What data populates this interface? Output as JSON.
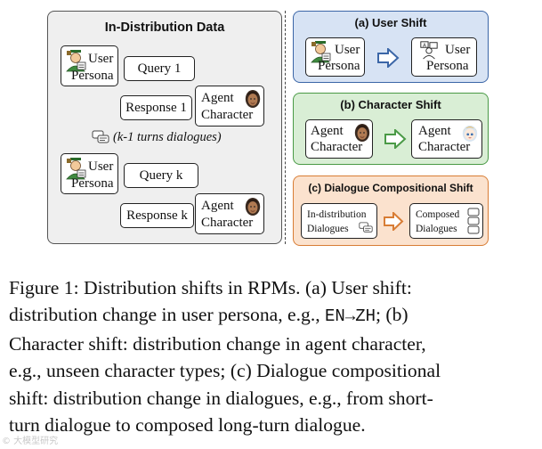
{
  "left_panel": {
    "title": "In-Distribution Data",
    "user_label": [
      "User",
      "Persona"
    ],
    "query1": "Query 1",
    "response1": "Response 1",
    "agent_label": [
      "Agent",
      "Character"
    ],
    "turns_note": "(k-1 turns dialogues)",
    "queryk": "Query k",
    "responsek": "Response k"
  },
  "panel_a": {
    "title": "(a) User Shift",
    "from": [
      "User",
      "Persona"
    ],
    "to": [
      "User",
      "Persona"
    ]
  },
  "panel_b": {
    "title": "(b) Character Shift",
    "from": [
      "Agent",
      "Character"
    ],
    "to": [
      "Agent",
      "Character"
    ]
  },
  "panel_c": {
    "title": "(c) Dialogue Compositional Shift",
    "from": [
      "In-distribution",
      "Dialogues"
    ],
    "to": [
      "Composed",
      "Dialogues"
    ]
  },
  "colors": {
    "user_shift": "#3b66a7",
    "character_shift": "#4a9a46",
    "dialogue_shift": "#d87d35"
  },
  "caption": {
    "line1": "Figure 1: Distribution shifts in RPMs. (a) User shift:",
    "line2a": "distribution change in user persona, e.g., ",
    "line2code": "EN→ZH",
    "line2b": "; (b)",
    "line3": "Character shift: distribution change in agent character,",
    "line4": "e.g., unseen character types; (c) Dialogue compositional",
    "line5": "shift: distribution change in dialogues, e.g., from short-",
    "line6": "turn dialogue to composed long-turn dialogue."
  },
  "watermark": "© 大模型研究"
}
